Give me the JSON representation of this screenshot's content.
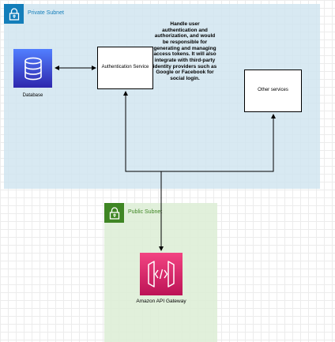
{
  "private_subnet": {
    "label": "Private Subnet",
    "color": "#147eba",
    "fill": "#d1e5f0"
  },
  "public_subnet": {
    "label": "Public Subnet",
    "color": "#3f8624",
    "fill": "#deeed7"
  },
  "database": {
    "label": "Database",
    "icon": "database-icon",
    "color": "#3334b9"
  },
  "auth_service": {
    "label": "Authentication Service"
  },
  "other_services": {
    "label": "Other services"
  },
  "api_gateway": {
    "label": "Amazon API Gateway",
    "icon": "api-gateway-icon",
    "color": "#e7157b"
  },
  "note": {
    "text": "Handle user authentication and authorization, and would be responsible for generating and managing access tokens. It will also integrate with third-party identity providers such as Google or Facebook for social login."
  }
}
